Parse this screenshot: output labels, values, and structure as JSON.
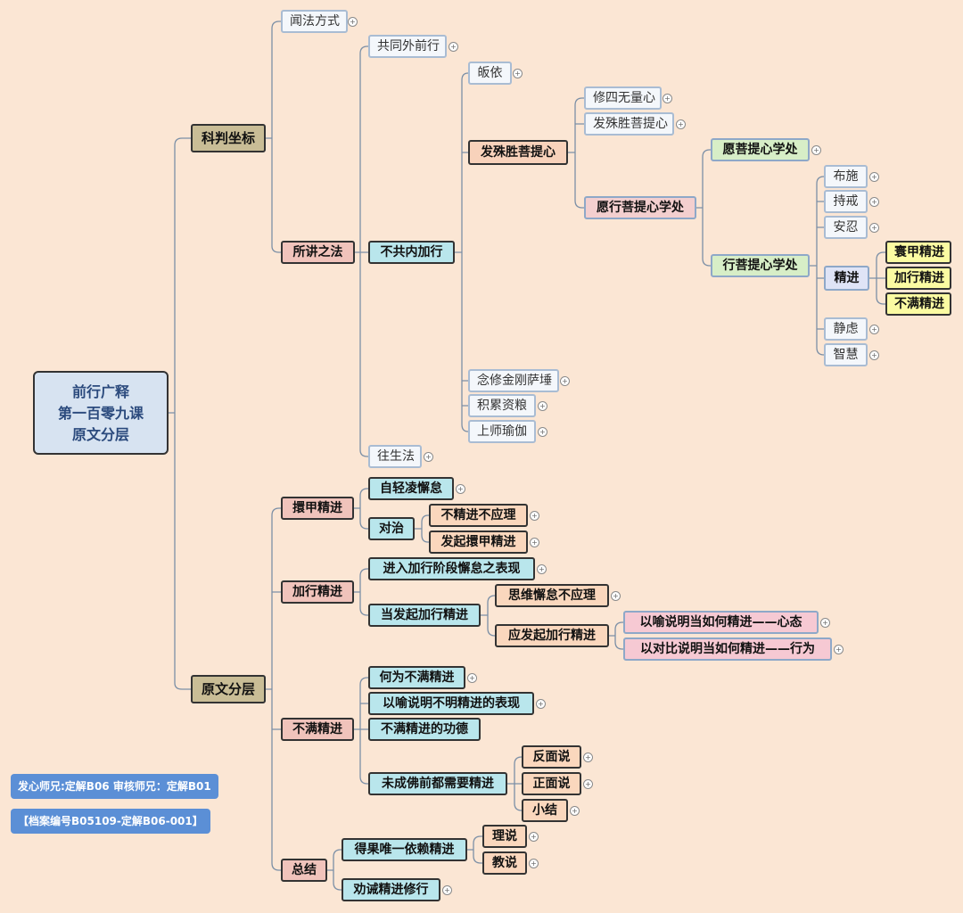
{
  "root": {
    "lines": [
      "前行广释",
      "第一百零九课",
      "原文分层"
    ]
  },
  "nodes": {
    "kpzb": "科判坐标",
    "wffs": "闻法方式",
    "sjzf": "所讲之法",
    "gtwqx": "共同外前行",
    "bgnjx": "不共内加行",
    "wsf": "往生法",
    "gy": "皈依",
    "fspt": "发殊胜菩提心",
    "nxjg": "念修金刚萨埵",
    "jlzl": "积累资粮",
    "ssyq": "上师瑜伽",
    "xswl": "修四无量心",
    "fsptx2": "发殊胜菩提心",
    "yxpt": "愿行菩提心学处",
    "yptxc": "愿菩提心学处",
    "xptxc": "行菩提心学处",
    "bs": "布施",
    "cj": "持戒",
    "ar": "安忍",
    "jj": "精进",
    "jl": "静虑",
    "zh": "智慧",
    "hjjj": "寰甲精进",
    "jxjj": "加行精进",
    "bmjj": "不满精进",
    "ywfc": "原文分层",
    "hjjj2": "擐甲精进",
    "jxjj2": "加行精进",
    "bmjj2": "不满精进",
    "zj": "总结",
    "zqll": "自轻凌懈怠",
    "dz": "对治",
    "bjjbyl": "不精进不应理",
    "fqhjjj": "发起擐甲精进",
    "jrjxjd": "进入加行阶段懈怠之表现",
    "dfqjx": "当发起加行精进",
    "swxdbyl": "思维懈怠不应理",
    "yfqjxjj": "应发起加行精进",
    "yysm1": "以喻说明当如何精进——心态",
    "ydbsm": "以对比说明当如何精进——行为",
    "hwbmjj": "何为不满精进",
    "yysmbm": "以喻说明不明精进的表现",
    "bmjjgd": "不满精进的功德",
    "wcfq": "未成佛前都需要精进",
    "fms": "反面说",
    "zms": "正面说",
    "xj": "小结",
    "dgwyl": "得果唯一依赖精进",
    "qjjjxx": "劝诫精进修行",
    "ls": "理说",
    "js": "教说"
  },
  "badges": {
    "credits": "发心师兄:定解B06 审核师兄：定解B01",
    "archive": "【档案编号B05109-定解B06-001】"
  },
  "colors": {
    "background": "#fbe6d4",
    "line": "#7b8fa6",
    "badge": "#5b8fd6"
  }
}
